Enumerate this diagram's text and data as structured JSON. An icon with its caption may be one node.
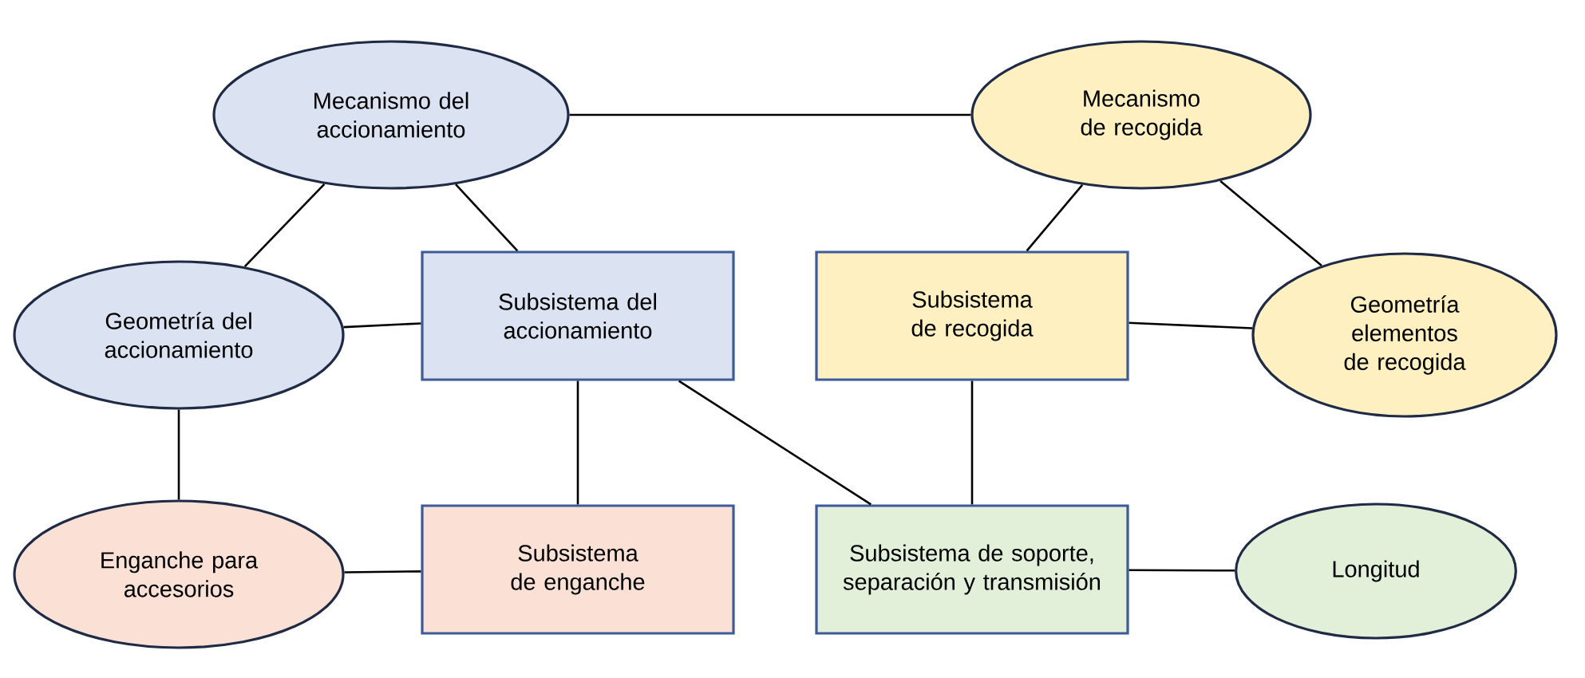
{
  "diagram": {
    "nodes": [
      {
        "text": [
          "Mecanismo del accionamiento"
        ]
      },
      {
        "text": [
          "Mecanismo de recogida"
        ]
      },
      {
        "text": [
          "Geometría del accionamiento"
        ]
      },
      {
        "text": [
          "Subsistema del accionamiento"
        ]
      },
      {
        "text": [
          "Subsistema de recogida"
        ]
      },
      {
        "text": [
          "Geometría elementos de recogida"
        ]
      },
      {
        "text": [
          "Enganche para accesorios"
        ]
      },
      {
        "text": [
          "Subsistema de enganche"
        ]
      },
      {
        "text": [
          "Subsistema de soporte, separación y transmisión"
        ]
      },
      {
        "text": [
          "Longitud"
        ]
      }
    ],
    "edges": [
      {
        "from": 0,
        "to": 1,
        "arrow": "none"
      },
      {
        "from": 0,
        "to": 2,
        "arrow": "none"
      },
      {
        "from": 0,
        "to": 3,
        "arrow": "none"
      },
      {
        "from": 1,
        "to": 4,
        "arrow": "none"
      },
      {
        "from": 1,
        "to": 5,
        "arrow": "none"
      },
      {
        "from": 2,
        "to": 3,
        "arrow": "none"
      },
      {
        "from": 4,
        "to": 5,
        "arrow": "none"
      },
      {
        "from": 2,
        "to": 6,
        "arrow": "none"
      },
      {
        "from": 3,
        "to": 7,
        "arrow": "none"
      },
      {
        "from": 3,
        "to": 8,
        "arrow": "none"
      },
      {
        "from": 4,
        "to": 8,
        "arrow": "none"
      },
      {
        "from": 6,
        "to": 7,
        "arrow": "none"
      },
      {
        "from": 8,
        "to": 9,
        "arrow": "none"
      }
    ]
  }
}
